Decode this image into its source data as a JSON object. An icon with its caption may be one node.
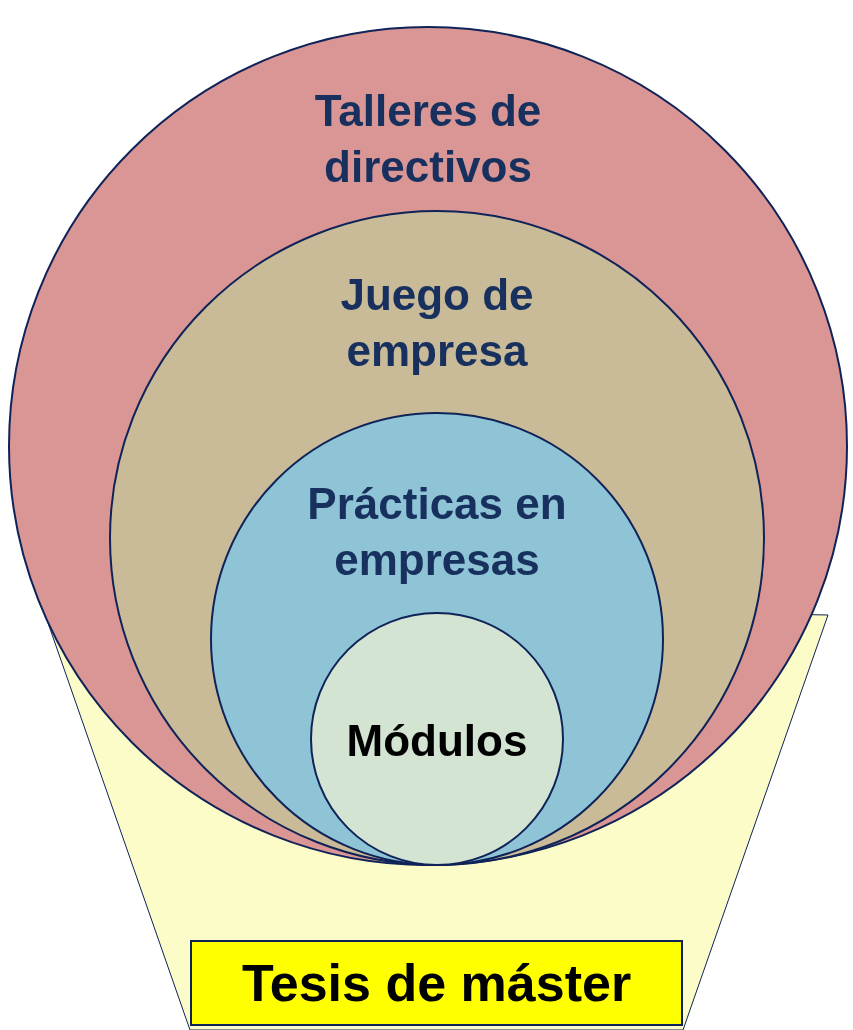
{
  "diagram": {
    "nodes": [
      {
        "text": [
          "Talleres de directivos"
        ]
      },
      {
        "text": [
          "Juego de empresa"
        ],
        "in": 0
      },
      {
        "text": [
          "Prácticas en empresas"
        ],
        "in": 1
      },
      {
        "text": [
          "Módulos"
        ],
        "in": 2
      },
      {
        "text": [
          "Tesis de máster"
        ]
      }
    ]
  }
}
